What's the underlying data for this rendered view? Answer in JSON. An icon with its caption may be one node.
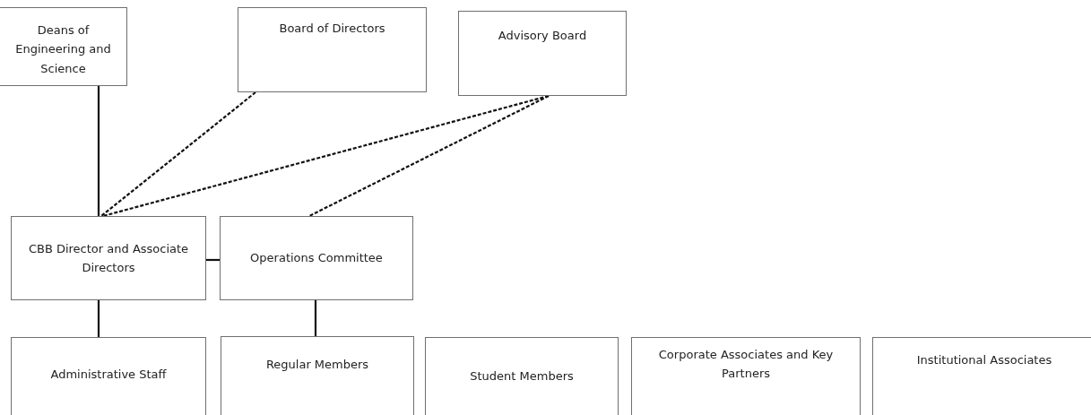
{
  "diagram": {
    "nodes": [
      {
        "text": [
          "Deans of Engineering and Science"
        ]
      },
      {
        "text": [
          "Board of Directors"
        ]
      },
      {
        "text": [
          "Advisory Board"
        ]
      },
      {
        "text": [
          "CBB Director and Associate Directors"
        ]
      },
      {
        "text": [
          "Operations Committee"
        ]
      },
      {
        "text": [
          "Administrative Staff"
        ]
      },
      {
        "text": [
          "Regular Members"
        ]
      },
      {
        "text": [
          "Student Members"
        ]
      },
      {
        "text": [
          "Corporate Associates and Key Partners"
        ]
      },
      {
        "text": [
          "Institutional Associates"
        ]
      }
    ],
    "edges": [
      {
        "from": 0,
        "to": 3,
        "arrow": "none"
      },
      {
        "from": 1,
        "to": 3,
        "arrow": "none",
        "style": "dashed"
      },
      {
        "from": 2,
        "to": 3,
        "arrow": "none",
        "style": "dashed"
      },
      {
        "from": 2,
        "to": 4,
        "arrow": "none",
        "style": "dashed"
      },
      {
        "from": 3,
        "to": 4,
        "arrow": "none"
      },
      {
        "from": 3,
        "to": 5,
        "arrow": "none"
      },
      {
        "from": 4,
        "to": 6,
        "arrow": "none"
      }
    ]
  }
}
